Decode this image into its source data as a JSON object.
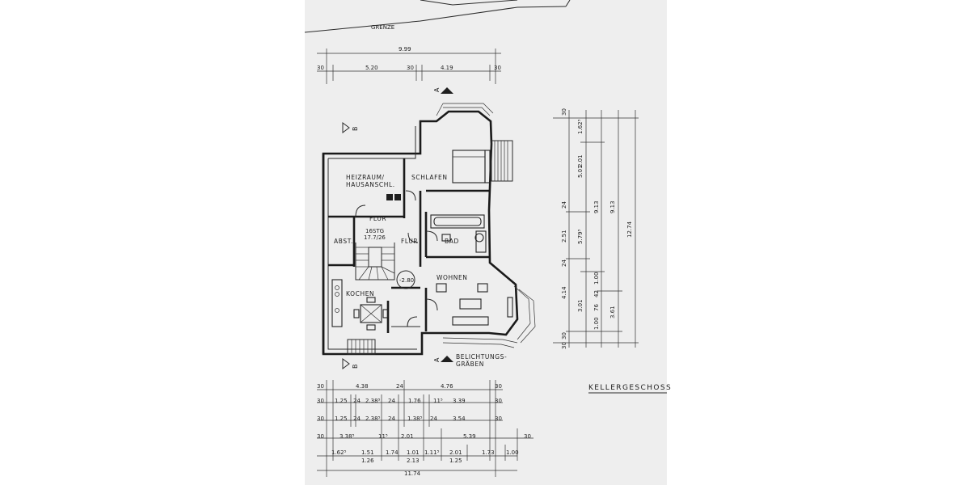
{
  "drawing": {
    "sheet_title": "KELLERGESCHOSS",
    "boundary_label": "GRENZE",
    "section_a": "A",
    "section_b": "B",
    "light_well": [
      "BELICHTUNGS-",
      "GRÄBEN"
    ],
    "level_marker": "-2.80",
    "stair": [
      "16STG",
      "17.7/26"
    ]
  },
  "rooms": {
    "heizraum": [
      "HEIZRAUM/",
      "HAUSANSCHL."
    ],
    "schlafen": "SCHLAFEN",
    "flur1": "FLUR",
    "flur2": "FLUR",
    "abst": "ABST.",
    "bad": "BAD",
    "kochen": "KOCHEN",
    "wohnen": "WOHNEN"
  },
  "dims_top": {
    "total": "9.99",
    "parts": [
      "30",
      "5.20",
      "30",
      "4.19",
      "30"
    ]
  },
  "dims_right": {
    "col1": [
      "1.62⁵",
      "2.01",
      "24",
      "2.51",
      "24",
      "4.14",
      "30"
    ],
    "col2": [
      "5.01",
      "5.79⁵",
      "3.01",
      "1.00",
      "76",
      "42",
      "1.00"
    ],
    "col3": [
      "9.13",
      "3.61"
    ],
    "col4": [
      "9.13"
    ],
    "col5": [
      "12.74"
    ],
    "col0": [
      "30",
      "30"
    ]
  },
  "dims_bottom": {
    "row1": [
      "30",
      "4.38",
      "24",
      "4.76",
      "30"
    ],
    "row2": [
      "30",
      "1.25",
      "24",
      "2.38⁵",
      "24",
      "1.76",
      "11⁵",
      "3.39",
      "30"
    ],
    "row3": [
      "30",
      "1.25",
      "24",
      "2.38⁵",
      "24",
      "1.38⁵",
      "24",
      "3.54",
      "30"
    ],
    "row4": [
      "30",
      "3.38⁵",
      "11⁵",
      "2.01",
      "5.39",
      "30"
    ],
    "row5": [
      "1.62⁵",
      "1.51",
      "1.74",
      "1.01",
      "1.11⁵",
      "2.01",
      "1.73",
      "1.00"
    ],
    "row5b": [
      "1.26",
      "2.13",
      "1.25"
    ],
    "total": "11.74"
  }
}
